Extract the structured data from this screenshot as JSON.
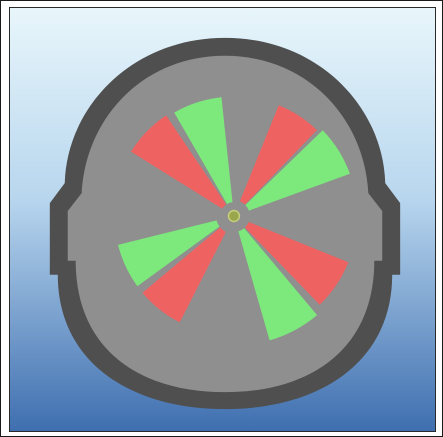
{
  "colors": {
    "background_top": "#e8f6fb",
    "background_bottom": "#3f6fb0",
    "shield_outer": "#4f4f4f",
    "shield_inner": "#8f8f8f",
    "sector_red": "#ef6262",
    "sector_green": "#7de87b",
    "center_dot": "#9aa64b"
  },
  "sectors": [
    {
      "color_role": "sector_green"
    },
    {
      "color_role": "sector_red"
    },
    {
      "color_role": "sector_red"
    },
    {
      "color_role": "sector_green"
    },
    {
      "color_role": "sector_red"
    },
    {
      "color_role": "sector_green"
    },
    {
      "color_role": "sector_green"
    },
    {
      "color_role": "sector_red"
    }
  ]
}
